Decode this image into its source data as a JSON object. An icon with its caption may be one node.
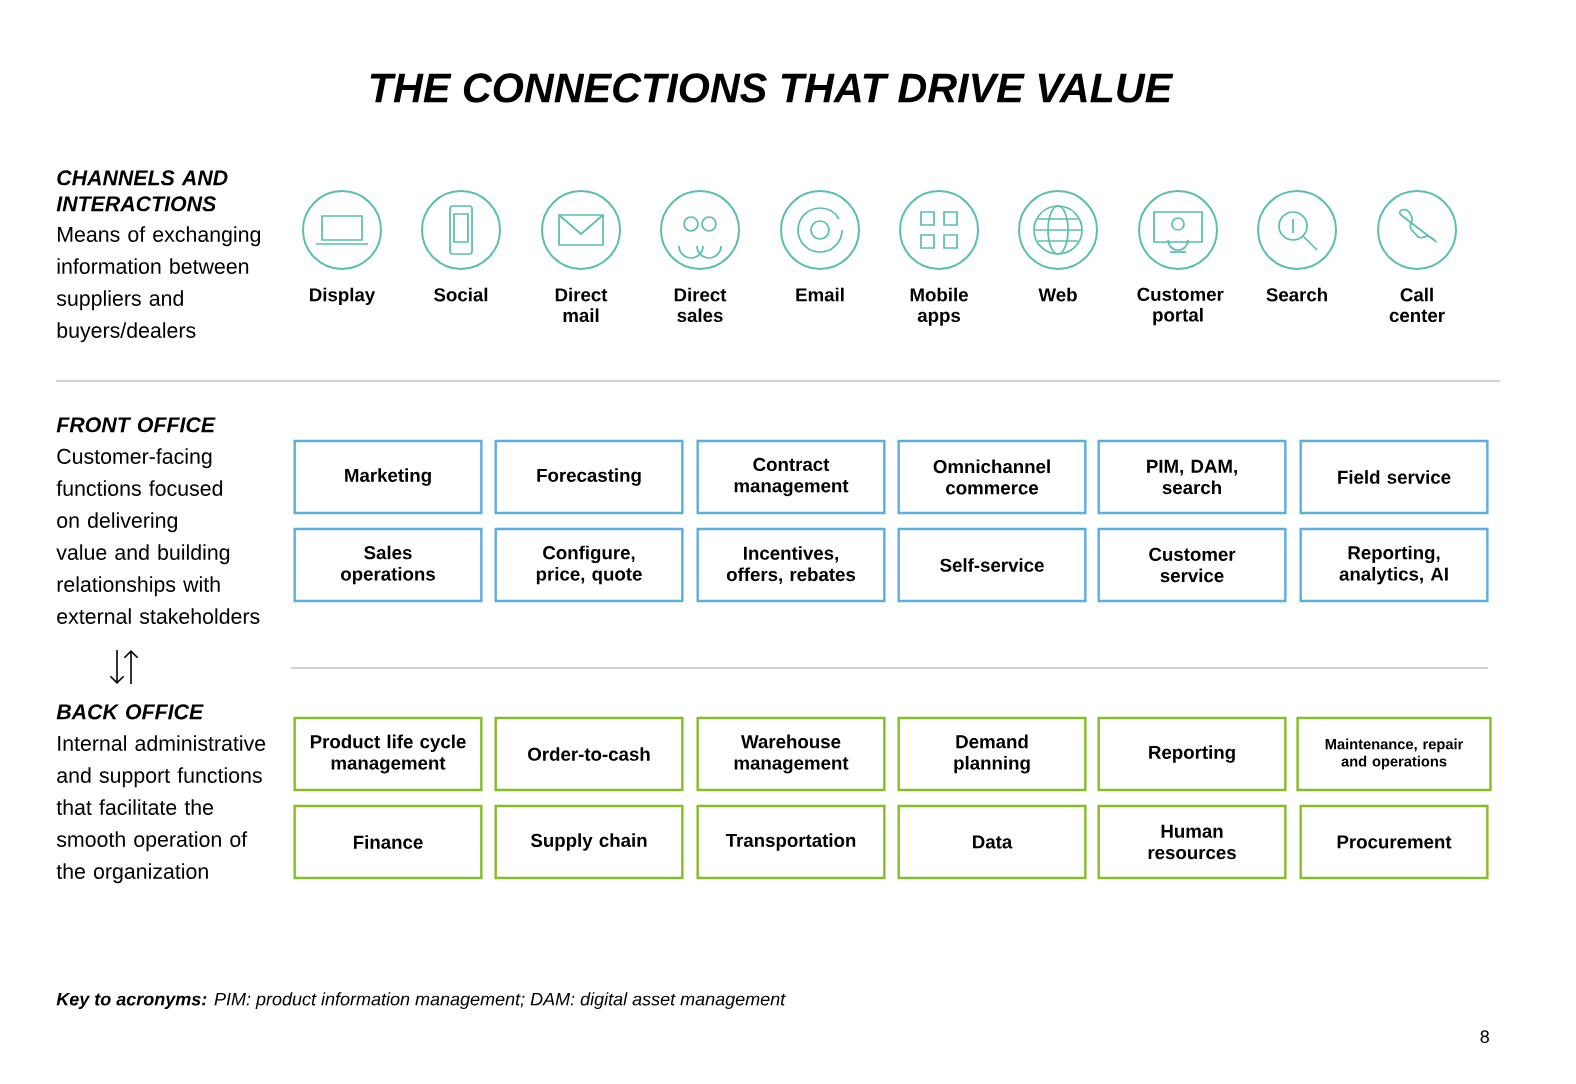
{
  "diagram": {
    "title": "THE CONNECTIONS THAT DRIVE VALUE",
    "nodes": [
      {
        "text": [
          "Display"
        ]
      },
      {
        "text": [
          "Social"
        ]
      },
      {
        "text": [
          "Direct mail"
        ]
      },
      {
        "text": [
          "Direct sales"
        ]
      },
      {
        "text": [
          "Email"
        ]
      },
      {
        "text": [
          "Mobile apps"
        ]
      },
      {
        "text": [
          "Web"
        ]
      },
      {
        "text": [
          "Customer portal"
        ]
      },
      {
        "text": [
          "Search"
        ]
      },
      {
        "text": [
          "Call center"
        ]
      },
      {
        "text": [
          "Marketing"
        ]
      },
      {
        "text": [
          "Forecasting"
        ]
      },
      {
        "text": [
          "Contract management"
        ]
      },
      {
        "text": [
          "Omnichannel commerce"
        ]
      },
      {
        "text": [
          "PIM, DAM, search"
        ]
      },
      {
        "text": [
          "Field service"
        ]
      },
      {
        "text": [
          "Sales operations"
        ]
      },
      {
        "text": [
          "Configure, price, quote"
        ]
      },
      {
        "text": [
          "Incentives, offers, rebates"
        ]
      },
      {
        "text": [
          "Self-service"
        ]
      },
      {
        "text": [
          "Customer service"
        ]
      },
      {
        "text": [
          "Reporting, analytics, AI"
        ]
      },
      {
        "text": [
          "Product life cycle management"
        ]
      },
      {
        "text": [
          "Order-to-cash"
        ]
      },
      {
        "text": [
          "Warehouse management"
        ]
      },
      {
        "text": [
          "Demand planning"
        ]
      },
      {
        "text": [
          "Reporting"
        ]
      },
      {
        "text": [
          "Maintenance, repair and operations"
        ]
      },
      {
        "text": [
          "Finance"
        ]
      },
      {
        "text": [
          "Supply chain"
        ]
      },
      {
        "text": [
          "Transportation"
        ]
      },
      {
        "text": [
          "Data"
        ]
      },
      {
        "text": [
          "Human resources"
        ]
      },
      {
        "text": [
          "Procurement"
        ]
      }
    ],
    "edges": [],
    "labels": [
      "CHANNELS AND INTERACTIONS",
      "Means of exchanging information between suppliers and buyers/dealers",
      "FRONT OFFICE",
      "Customer-facing functions focused on delivering value and building relationships with external stakeholders",
      "BACK OFFICE",
      "Internal administrative and support functions that facilitate the smooth operation of the organization",
      "**Key to acronyms:** PIM: product information management; DAM: digital asset management",
      "8"
    ]
  }
}
